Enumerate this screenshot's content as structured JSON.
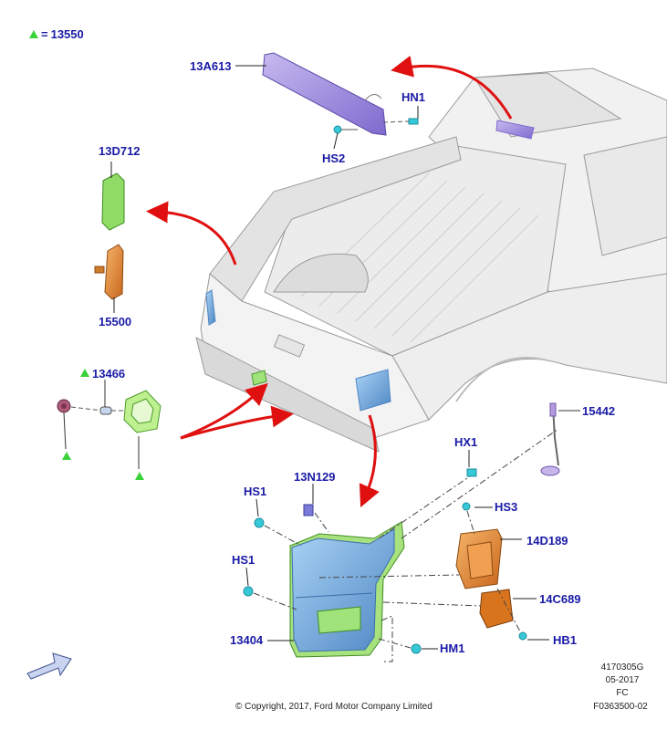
{
  "legend": {
    "symbol": "green-triangle",
    "equals": "=",
    "part": "13550"
  },
  "callouts": {
    "p13A613": "13A613",
    "pHN1": "HN1",
    "pHS2": "HS2",
    "p13D712": "13D712",
    "p15500": "15500",
    "p13466": "13466",
    "p15442": "15442",
    "pHX1": "HX1",
    "p13N129": "13N129",
    "pHS1a": "HS1",
    "pHS3": "HS3",
    "p14D189": "14D189",
    "pHS1b": "HS1",
    "p14C689": "14C689",
    "p13404": "13404",
    "pHB1": "HB1",
    "pHM1": "HM1"
  },
  "meta": {
    "ref": "4170305G",
    "date": "05-2017",
    "code": "FC",
    "figure": "F0363500-02"
  },
  "copyright": "© Copyright, 2017, Ford Motor Company Limited",
  "colors": {
    "callout": "#1a1aa6",
    "marker": "#3ad23a",
    "arrow": "#e01010",
    "lamp_blue": "#7fb6e6",
    "lamp_orange": "#e6892a",
    "lamp_green": "#9fe37a"
  }
}
